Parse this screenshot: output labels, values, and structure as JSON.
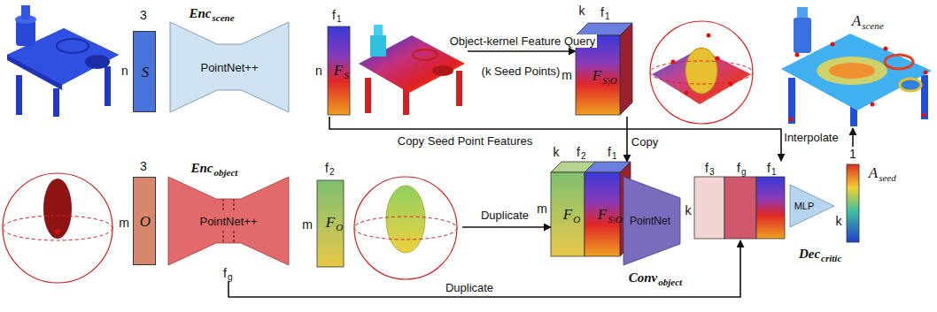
{
  "diagram": {
    "nodes": [
      {
        "text": [
          "S"
        ]
      },
      {
        "text": [
          "Enc",
          "scene",
          "PointNet++"
        ]
      },
      {
        "text": [
          "F",
          "S"
        ]
      },
      {
        "text": [
          "F",
          "S|O"
        ]
      },
      {
        "text": [
          "A",
          "scene"
        ]
      },
      {
        "text": [
          "O"
        ]
      },
      {
        "text": [
          "Enc",
          "object",
          "PointNet++",
          "f",
          "g"
        ]
      },
      {
        "text": [
          "F",
          "O"
        ]
      },
      {
        "text": [
          "F",
          "O"
        ]
      },
      {
        "text": [
          "F",
          "S|O"
        ]
      },
      {
        "text": [
          "Conv",
          "object",
          "PointNet"
        ]
      },
      {
        "text": [
          "f",
          "3",
          "f",
          "g",
          "f",
          "1"
        ]
      },
      {
        "text": [
          "Dec",
          "critic",
          "MLP"
        ]
      },
      {
        "text": [
          "1",
          "A",
          "seed"
        ]
      }
    ],
    "edges": [
      {
        "from": 2,
        "to": 3,
        "arrow": "to",
        "label": "Object-kernel Feature Query"
      },
      {
        "from": 3,
        "to": 9,
        "arrow": "to",
        "label": "Copy"
      },
      {
        "from": 2,
        "to": 11,
        "arrow": "to",
        "label": "Copy Seed Point Features"
      },
      {
        "from": 7,
        "to": 8,
        "arrow": "to",
        "label": "Duplicate"
      },
      {
        "from": 6,
        "to": 11,
        "arrow": "to",
        "label": "Duplicate"
      },
      {
        "from": 13,
        "to": 4,
        "arrow": "to",
        "label": "Interpolate"
      }
    ],
    "labels": [
      "3",
      "n",
      "f",
      "1",
      "n",
      "k",
      "f",
      "1",
      "m",
      "(k Seed Points)",
      "3",
      "m",
      "f",
      "2",
      "m",
      "k",
      "f",
      "2",
      "f",
      "1",
      "m",
      "k",
      "k"
    ]
  }
}
